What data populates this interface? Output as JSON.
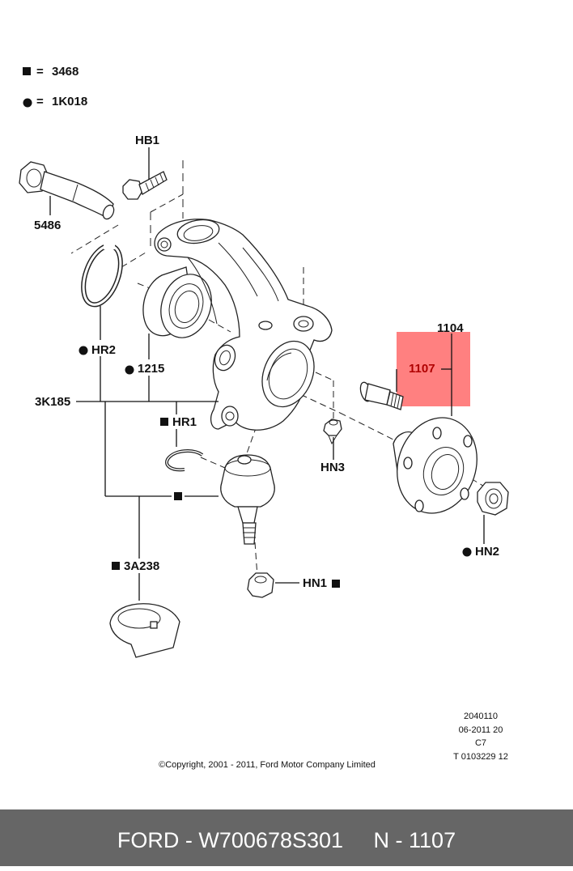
{
  "legend": {
    "square": {
      "symbol": "■",
      "eq": "=",
      "code": "3468"
    },
    "circle": {
      "symbol": "●",
      "eq": "=",
      "code": "1K018"
    }
  },
  "callouts": {
    "hb1": "HB1",
    "c5486": "5486",
    "hr2": "HR2",
    "c1215": "1215",
    "c3k185": "3K185",
    "hr1": "HR1",
    "c3a238": "3A238",
    "hn1": "HN1",
    "hn3": "HN3",
    "c1104": "1104",
    "c1107": "1107",
    "hn2": "HN2"
  },
  "highlight": {
    "color": "#ff8080",
    "text_color": "#b00000"
  },
  "ref_block": [
    "2040110",
    "06-2011 20",
    "C7",
    "T 0103229 12"
  ],
  "copyright": "©Copyright, 2001 - 2011, Ford Motor Company Limited",
  "footer": {
    "brand": "FORD",
    "part_number": "W700678S301",
    "ref": "N - 1107",
    "text": "FORD - W700678S301     N - 1107",
    "bg": "#666666"
  }
}
